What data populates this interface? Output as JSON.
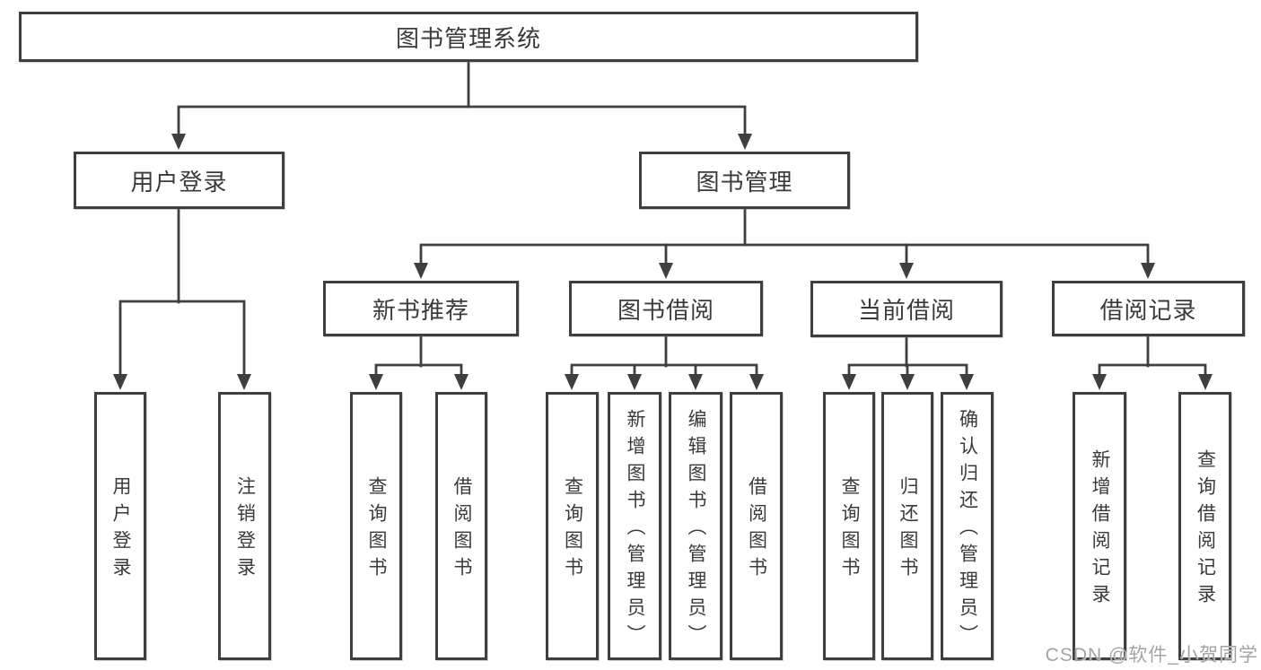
{
  "diagram_title": "图书管理系统",
  "watermark": {
    "text": "CSDN @软件_小贺同学"
  },
  "colors": {
    "line": "#3f3f3f",
    "box_border": "#3f3f3f",
    "text": "#3a3a3a",
    "watermark": "#a3a3a3",
    "background": "#ffffff"
  },
  "tree": {
    "label": "图书管理系统",
    "children": [
      {
        "label": "用户登录",
        "children": [
          {
            "label": "用户登录"
          },
          {
            "label": "注销登录"
          }
        ]
      },
      {
        "label": "图书管理",
        "children": [
          {
            "label": "新书推荐",
            "children": [
              {
                "label": "查询图书"
              },
              {
                "label": "借阅图书"
              }
            ]
          },
          {
            "label": "图书借阅",
            "children": [
              {
                "label": "查询图书"
              },
              {
                "label": "新增图书（管理员）"
              },
              {
                "label": "编辑图书（管理员）"
              },
              {
                "label": "借阅图书"
              }
            ]
          },
          {
            "label": "当前借阅",
            "children": [
              {
                "label": "查询图书"
              },
              {
                "label": "归还图书"
              },
              {
                "label": "确认归还（管理员）"
              }
            ]
          },
          {
            "label": "借阅记录",
            "children": [
              {
                "label": "新增借阅记录"
              },
              {
                "label": "查询借阅记录"
              }
            ]
          }
        ]
      }
    ]
  }
}
